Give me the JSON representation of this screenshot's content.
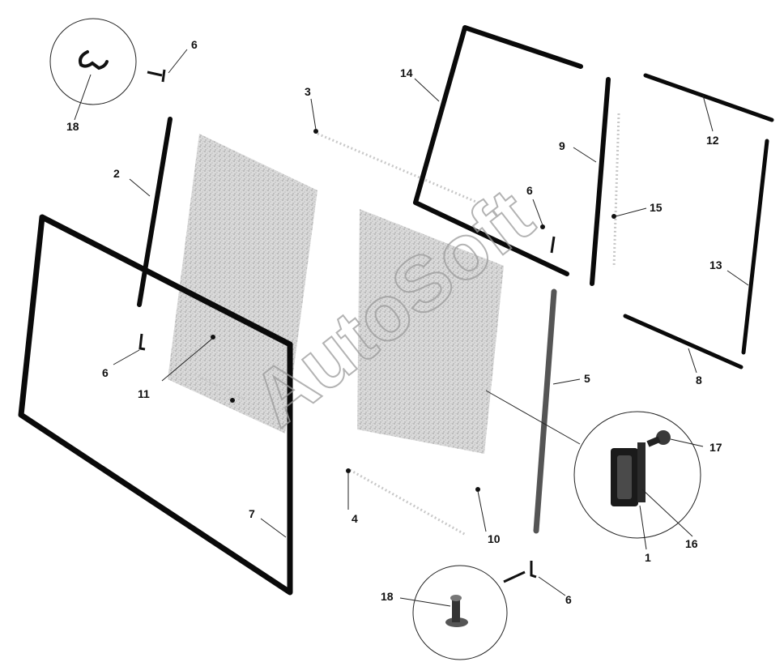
{
  "watermark": "AutoSoft",
  "callouts": [
    {
      "id": "c1",
      "text": "1"
    },
    {
      "id": "c2",
      "text": "2"
    },
    {
      "id": "c3",
      "text": "3"
    },
    {
      "id": "c4",
      "text": "4"
    },
    {
      "id": "c5",
      "text": "5"
    },
    {
      "id": "c6a",
      "text": "6"
    },
    {
      "id": "c6b",
      "text": "6"
    },
    {
      "id": "c6c",
      "text": "6"
    },
    {
      "id": "c6d",
      "text": "6"
    },
    {
      "id": "c7",
      "text": "7"
    },
    {
      "id": "c8",
      "text": "8"
    },
    {
      "id": "c9",
      "text": "9"
    },
    {
      "id": "c10",
      "text": "10"
    },
    {
      "id": "c11",
      "text": "11"
    },
    {
      "id": "c12",
      "text": "12"
    },
    {
      "id": "c13",
      "text": "13"
    },
    {
      "id": "c14",
      "text": "14"
    },
    {
      "id": "c15",
      "text": "15"
    },
    {
      "id": "c16",
      "text": "16"
    },
    {
      "id": "c17",
      "text": "17"
    },
    {
      "id": "c18a",
      "text": "18"
    },
    {
      "id": "c18b",
      "text": "18"
    }
  ]
}
